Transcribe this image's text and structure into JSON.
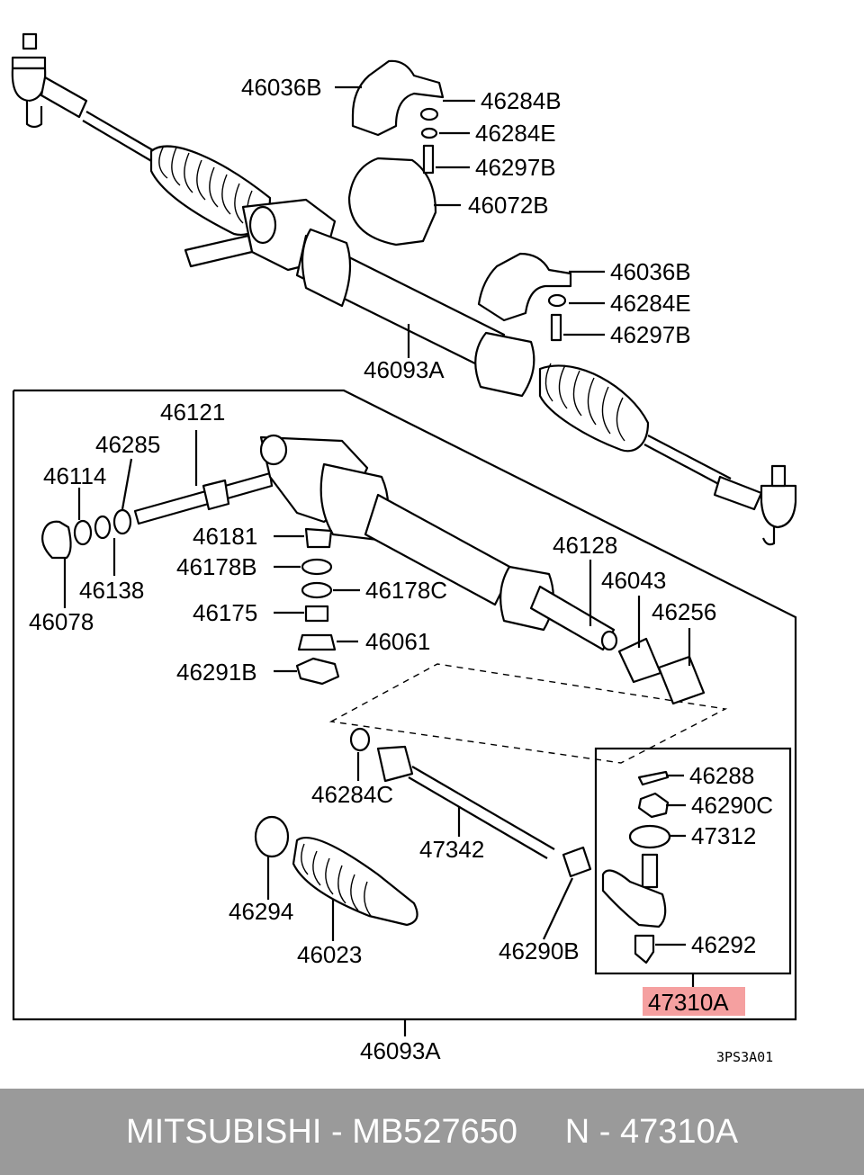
{
  "diagram": {
    "code": "3PS3A01",
    "highlight_color": "#f5a0a0",
    "labels": {
      "l46036B_top": "46036B",
      "l46284B": "46284B",
      "l46284E_top": "46284E",
      "l46297B_top": "46297B",
      "l46072B": "46072B",
      "l46036B_mid": "46036B",
      "l46284E_mid": "46284E",
      "l46297B_mid": "46297B",
      "l46093A_top": "46093A",
      "l46121": "46121",
      "l46285": "46285",
      "l46114": "46114",
      "l46078": "46078",
      "l46138": "46138",
      "l46181": "46181",
      "l46178B": "46178B",
      "l46178C": "46178C",
      "l46175": "46175",
      "l46061": "46061",
      "l46291B": "46291B",
      "l46128": "46128",
      "l46043": "46043",
      "l46256": "46256",
      "l46284C": "46284C",
      "l47342": "47342",
      "l46294": "46294",
      "l46023": "46023",
      "l46290B": "46290B",
      "l46288": "46288",
      "l46290C": "46290C",
      "l47312": "47312",
      "l46292": "46292",
      "l47310A": "47310A",
      "l46093A_bottom": "46093A"
    }
  },
  "footer": {
    "brand": "MITSUBISHI",
    "sep1": " - ",
    "part_number": "MB527650",
    "gap": "     ",
    "position": "N",
    "sep2": " - ",
    "callout": "47310A"
  }
}
